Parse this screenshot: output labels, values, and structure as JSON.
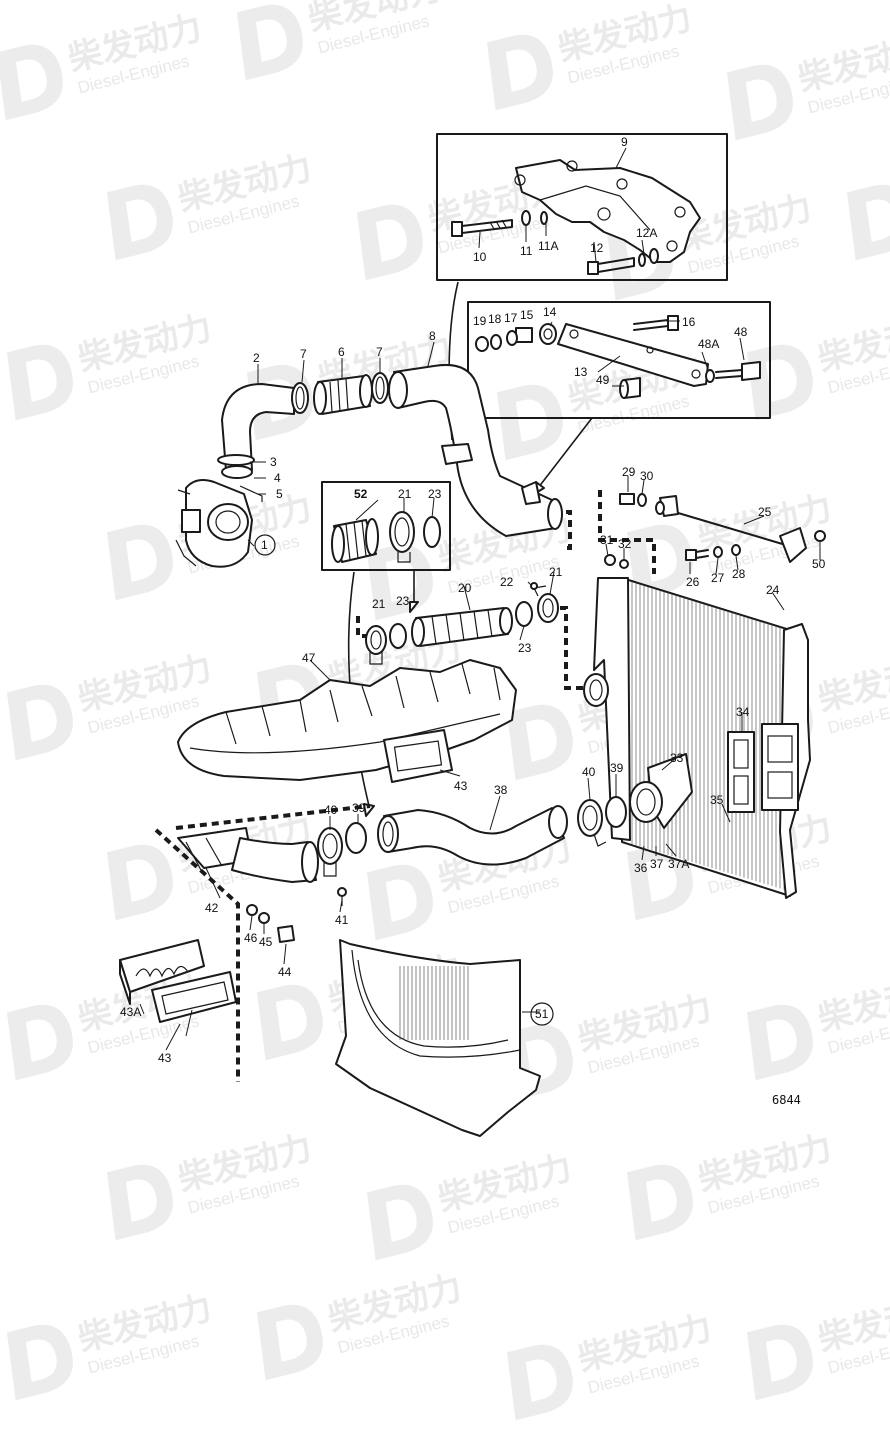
{
  "watermark": {
    "brand_cn": "柴发动力",
    "brand_en": "Diesel-Engines",
    "logo_icon": "d-logo-icon"
  },
  "drawing_ref": "6844",
  "callouts": {
    "c1": "1",
    "c2": "2",
    "c3": "3",
    "c4": "4",
    "c5": "5",
    "c6": "6",
    "c7a": "7",
    "c7b": "7",
    "c8": "8",
    "c9": "9",
    "c10": "10",
    "c11": "11",
    "c11a": "11A",
    "c12": "12",
    "c12a": "12A",
    "c13": "13",
    "c14": "14",
    "c15": "15",
    "c16": "16",
    "c17": "17",
    "c18": "18",
    "c19": "19",
    "c20": "20",
    "c21a": "21",
    "c21b": "21",
    "c21c": "21",
    "c22": "22",
    "c23a": "23",
    "c23b": "23",
    "c23c": "23",
    "c24": "24",
    "c25": "25",
    "c26": "26",
    "c27": "27",
    "c28": "28",
    "c29": "29",
    "c30": "30",
    "c31": "31",
    "c32": "32",
    "c33": "33",
    "c34": "34",
    "c35": "35",
    "c36": "36",
    "c37": "37",
    "c37a": "37A",
    "c38": "38",
    "c39a": "39",
    "c39b": "39",
    "c40a": "40",
    "c40b": "40",
    "c41": "41",
    "c42": "42",
    "c43a": "43",
    "c43b": "43",
    "c43A": "43A",
    "c44": "44",
    "c45": "45",
    "c46": "46",
    "c47": "47",
    "c48": "48",
    "c48a": "48A",
    "c49": "49",
    "c50": "50",
    "c51": "51",
    "c52": "52"
  }
}
